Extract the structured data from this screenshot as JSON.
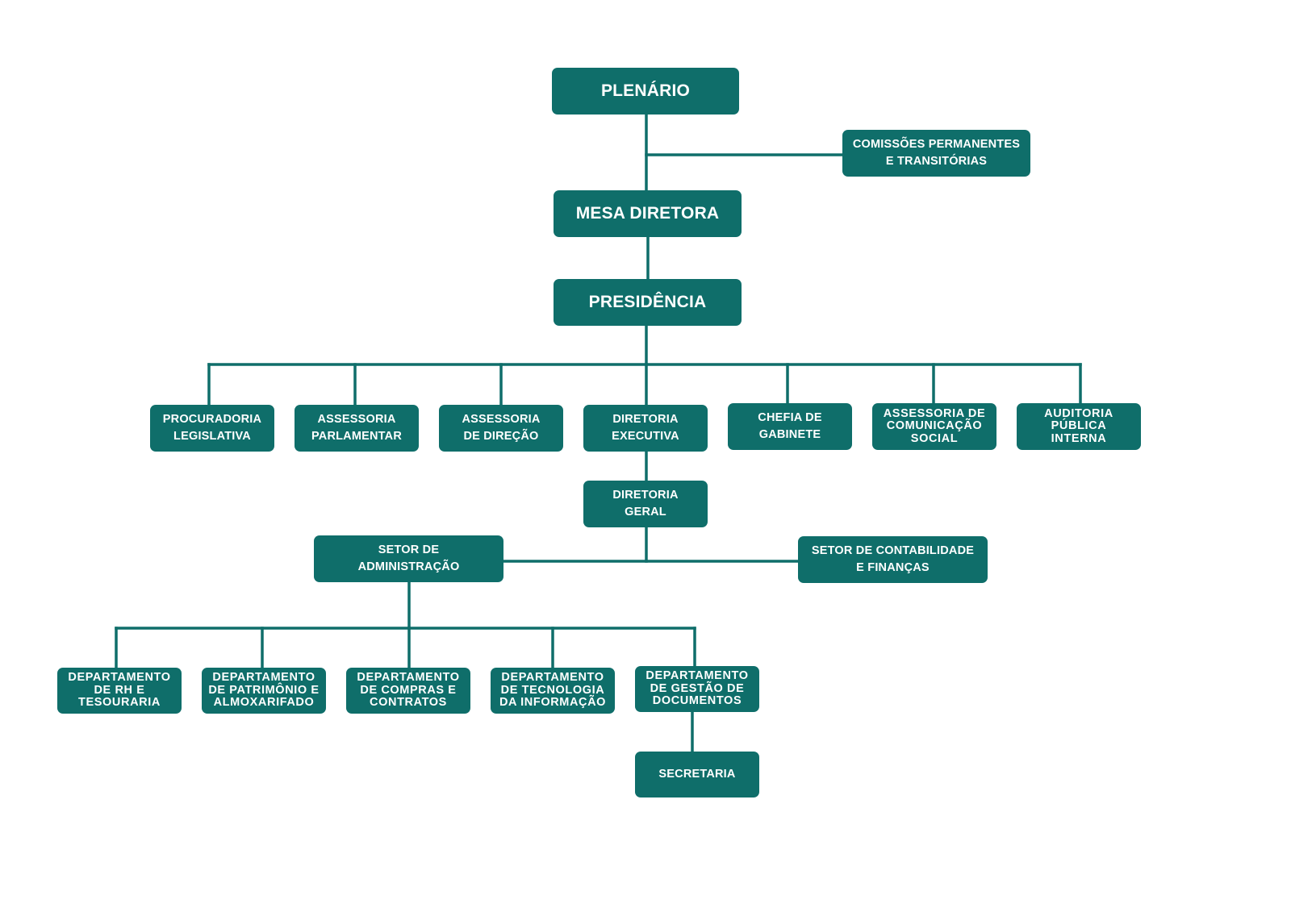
{
  "org_chart": {
    "colors": {
      "box_fill": "#0f6e6a",
      "box_text": "#ffffff",
      "connector": "#0f6e6a",
      "background": "#ffffff"
    },
    "nodes": {
      "plenario": "PLENÁRIO",
      "comissoes": "COMISSÕES PERMANENTES\nE TRANSITÓRIAS",
      "mesa_diretora": "MESA DIRETORA",
      "presidencia": "PRESIDÊNCIA",
      "procuradoria": "PROCURADORIA\nLEGISLATIVA",
      "assessoria_parlamentar": "ASSESSORIA\nPARLAMENTAR",
      "assessoria_direcao": "ASSESSORIA\nDE DIREÇÃO",
      "diretoria_executiva": "DIRETORIA\nEXECUTIVA",
      "chefia_gabinete": "CHEFIA DE\nGABINETE",
      "assessoria_comunicacao": "ASSESSORIA DE\nCOMUNICAÇÃO\nSOCIAL",
      "auditoria": "AUDITORIA\nPÚBLICA\nINTERNA",
      "diretoria_geral": "DIRETORIA\nGERAL",
      "setor_administracao": "SETOR DE\nADMINISTRAÇÃO",
      "setor_contabilidade": "SETOR DE CONTABILIDADE\nE FINANÇAS",
      "depto_rh": "DEPARTAMENTO\nDE RH E\nTESOURARIA",
      "depto_patrimonio": "DEPARTAMENTO\nDE PATRIMÔNIO E\nALMOXARIFADO",
      "depto_compras": "DEPARTAMENTO\nDE COMPRAS E\nCONTRATOS",
      "depto_tecnologia": "DEPARTAMENTO\nDE TECNOLOGIA\nDA INFORMAÇÃO",
      "depto_documentos": "DEPARTAMENTO\nDE GESTÃO DE\nDOCUMENTOS",
      "secretaria": "SECRETARIA"
    },
    "edges": [
      [
        "plenario",
        "comissoes"
      ],
      [
        "plenario",
        "mesa_diretora"
      ],
      [
        "mesa_diretora",
        "presidencia"
      ],
      [
        "presidencia",
        "procuradoria"
      ],
      [
        "presidencia",
        "assessoria_parlamentar"
      ],
      [
        "presidencia",
        "assessoria_direcao"
      ],
      [
        "presidencia",
        "diretoria_executiva"
      ],
      [
        "presidencia",
        "chefia_gabinete"
      ],
      [
        "presidencia",
        "assessoria_comunicacao"
      ],
      [
        "presidencia",
        "auditoria"
      ],
      [
        "diretoria_executiva",
        "diretoria_geral"
      ],
      [
        "diretoria_geral",
        "setor_administracao"
      ],
      [
        "diretoria_geral",
        "setor_contabilidade"
      ],
      [
        "setor_administracao",
        "depto_rh"
      ],
      [
        "setor_administracao",
        "depto_patrimonio"
      ],
      [
        "setor_administracao",
        "depto_compras"
      ],
      [
        "setor_administracao",
        "depto_tecnologia"
      ],
      [
        "setor_administracao",
        "depto_documentos"
      ],
      [
        "depto_documentos",
        "secretaria"
      ]
    ]
  }
}
